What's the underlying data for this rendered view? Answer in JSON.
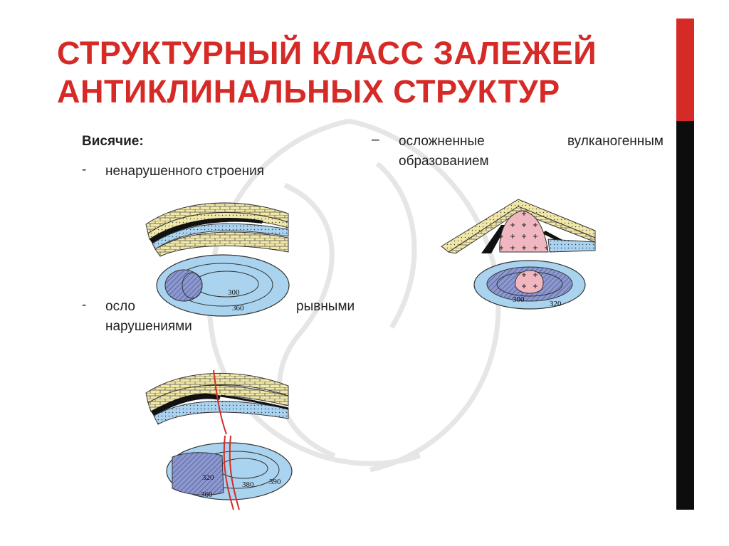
{
  "title": {
    "line1": "СТРУКТУРНЫЙ КЛАСС ЗАЛЕЖЕЙ",
    "line2": "АНТИКЛИНАЛЬНЫХ СТРУКТУР"
  },
  "left": {
    "heading": "Висячие:",
    "item1": "ненарушенного строения",
    "item2a": "осло",
    "item2b": "рывными",
    "item2c": "нарушениями"
  },
  "right": {
    "item_line1a": "осложненные",
    "item_line1b": "вулканогенным",
    "item_line2": "образованием"
  },
  "dash_symbol": "-",
  "dash_symbol_right": "–",
  "map_labels": {
    "fig1": [
      "300",
      "360"
    ],
    "fig2": [
      "320",
      "380",
      "390",
      "360"
    ],
    "fig3": [
      "300",
      "320"
    ]
  },
  "colors": {
    "title": "#d62a27",
    "accent_red": "#d62a27",
    "accent_black": "#0d0d0d",
    "sandstone": "#f1e7a6",
    "water_blue": "#a9d3ee",
    "oil_blue": "#7f8ec9",
    "volcanic_pink": "#f1b7c0"
  }
}
